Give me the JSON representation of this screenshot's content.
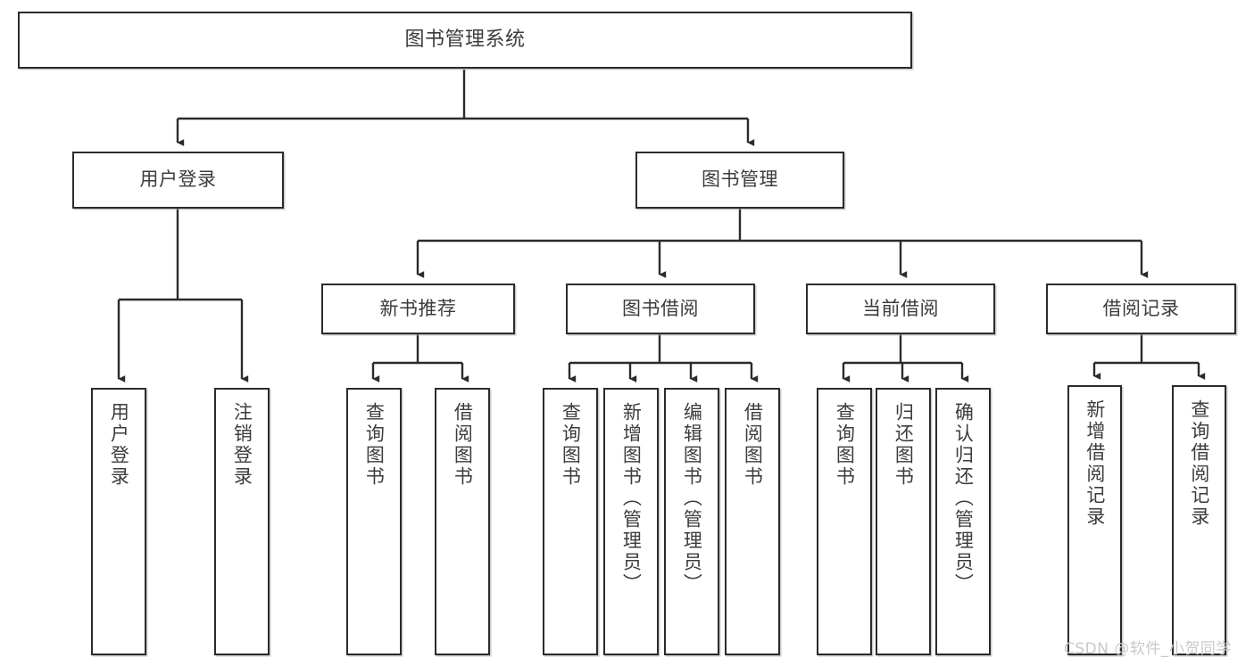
{
  "diagram": {
    "title": "图书管理系统",
    "watermark": "CSDN @软件_小贺同学",
    "colors": {
      "border": "#2b2b2b",
      "text": "#3c3c3c",
      "background": "#ffffff",
      "watermark": "#c9c9c9"
    },
    "levels": {
      "root": {
        "label": "图书管理系统"
      },
      "level2": [
        {
          "label": "用户登录"
        },
        {
          "label": "图书管理"
        }
      ],
      "level3": [
        {
          "label": "新书推荐"
        },
        {
          "label": "图书借阅"
        },
        {
          "label": "当前借阅"
        },
        {
          "label": "借阅记录"
        }
      ],
      "leaves": {
        "user_login": [
          {
            "label": "用户登录"
          },
          {
            "label": "注销登录"
          }
        ],
        "new_book_recommend": [
          {
            "label": "查询图书"
          },
          {
            "label": "借阅图书"
          }
        ],
        "book_borrow": [
          {
            "label": "查询图书"
          },
          {
            "label": "新增图书（管理员）"
          },
          {
            "label": "编辑图书（管理员）"
          },
          {
            "label": "借阅图书"
          }
        ],
        "current_borrow": [
          {
            "label": "查询图书"
          },
          {
            "label": "归还图书"
          },
          {
            "label": "确认归还（管理员）"
          }
        ],
        "borrow_record": [
          {
            "label": "新增借阅记录"
          },
          {
            "label": "查询借阅记录"
          }
        ]
      }
    }
  }
}
